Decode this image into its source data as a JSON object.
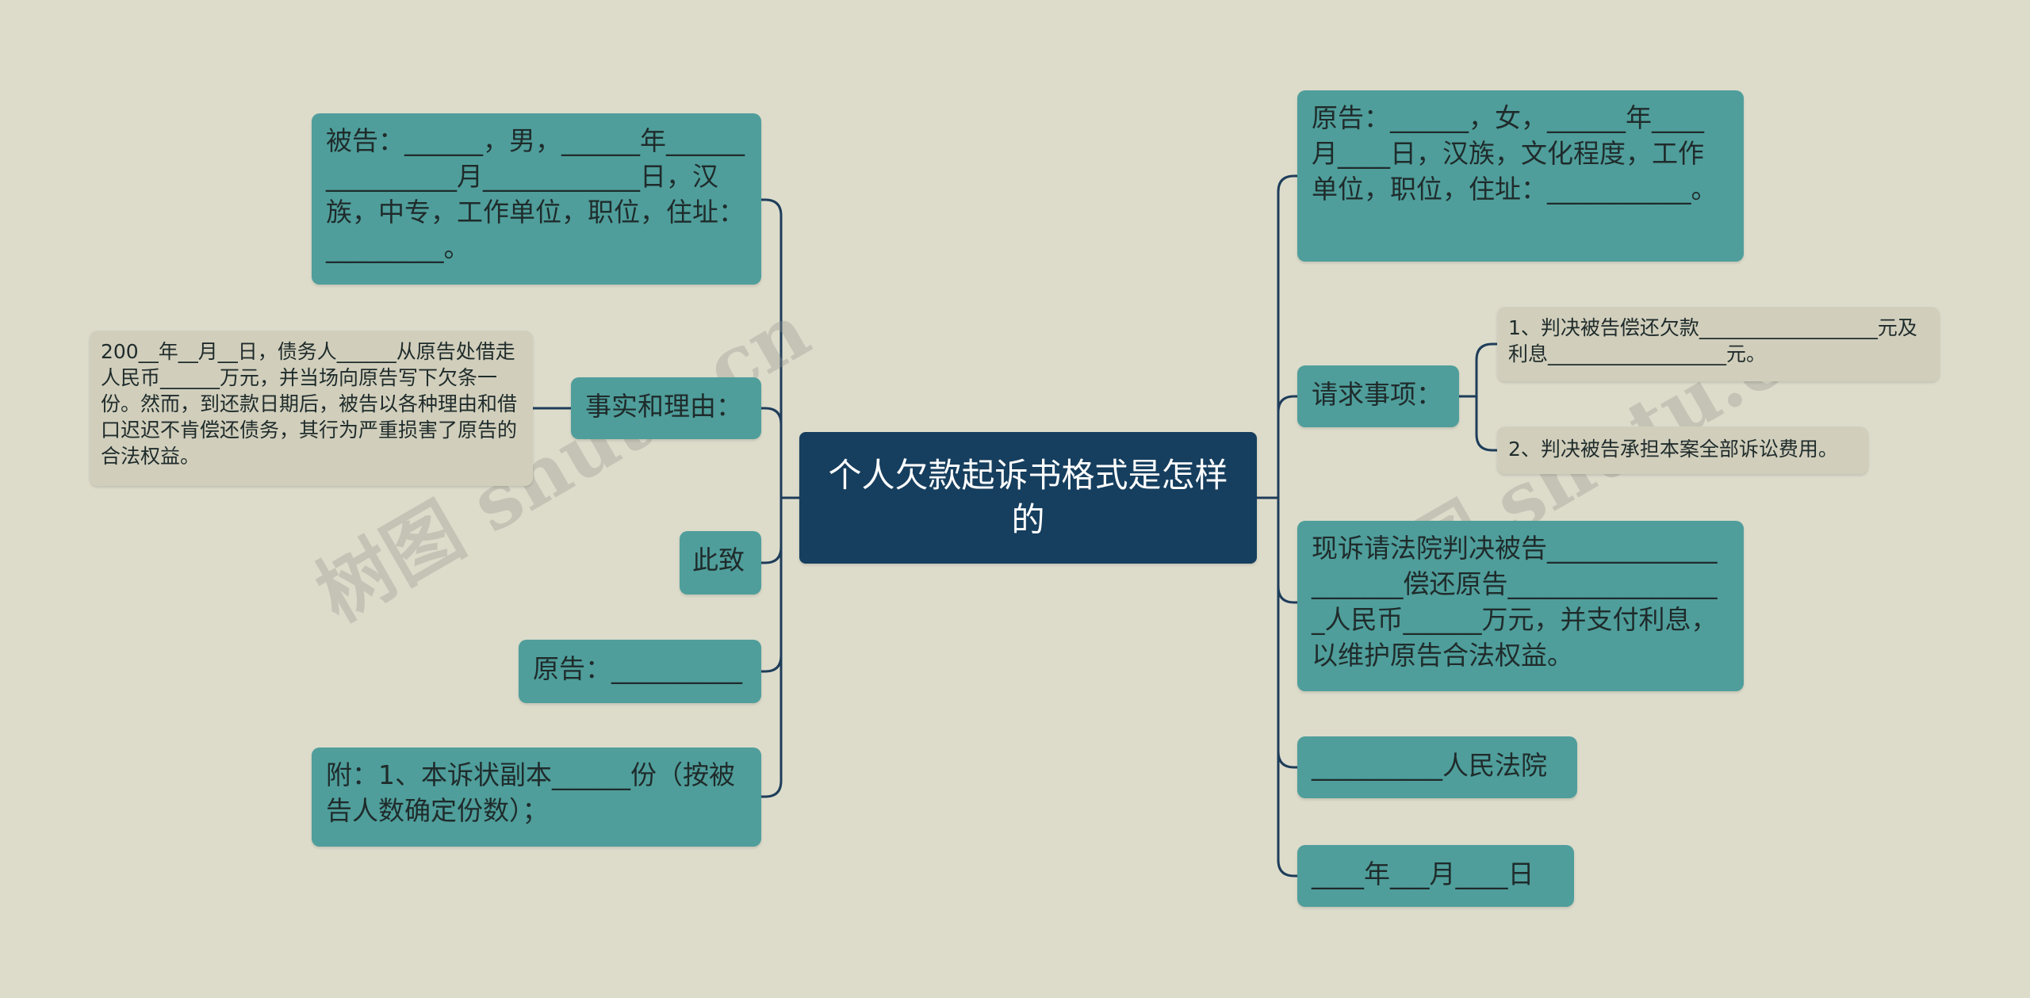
{
  "center": "个人欠款起诉书格式是怎样的",
  "left": {
    "defendant": "被告：______，男，______年________________月____________日，汉族，中专，工作单位，职位，住址：_________。",
    "facts_label": "事实和理由：",
    "facts_detail": "200__年__月__日，债务人______从原告处借走人民币______万元，并当场向原告写下欠条一份。然而，到还款日期后，被告以各种理由和借口迟迟不肯偿还债务，其行为严重损害了原告的合法权益。",
    "cizhi": "此致",
    "plaintiff_sign": "原告：__________",
    "attachment": "附：1、本诉状副本______份（按被告人数确定份数）；"
  },
  "right": {
    "plaintiff": "原告：______，女，______年____月____日，汉族，文化程度，工作单位，职位，住址：___________。",
    "claims_label": "请求事项：",
    "claim1": "1、判决被告偿还欠款__________________元及利息__________________元。",
    "claim2": "2、判决被告承担本案全部诉讼费用。",
    "request": "现诉请法院判决被告____________________偿还原告_________________人民币______万元，并支付利息，以维护原告合法权益。",
    "court": "__________人民法院",
    "date": "____年___月____日"
  },
  "watermark": "树图 shutu.cn",
  "colors": {
    "background": "#dddccb",
    "node": "#4f9e9b",
    "center": "#163e5e",
    "leaf": "#d1cfbc",
    "line": "#1e3d5a"
  }
}
